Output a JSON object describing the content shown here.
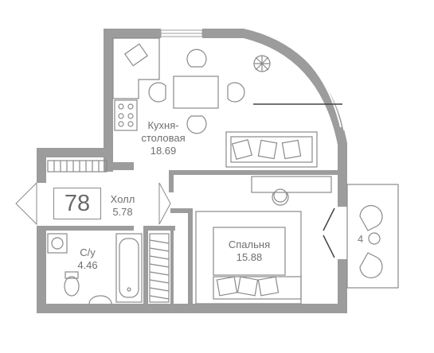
{
  "apartment": {
    "number": "78"
  },
  "rooms": {
    "kitchen": {
      "name_line1": "Кухня-",
      "name_line2": "столовая",
      "area": "18.69"
    },
    "hall": {
      "name": "Холл",
      "area": "5.78"
    },
    "bathroom": {
      "name": "С/у",
      "area": "4.46"
    },
    "bedroom": {
      "name": "Спальня",
      "area": "15.88"
    },
    "balcony": {
      "number": "4"
    }
  },
  "colors": {
    "wall": "#9c9c9c",
    "furniture_line": "#8a8a8a",
    "text": "#6f6f6f"
  },
  "icons": [
    "plant-icon",
    "stove-icon",
    "sink-icon",
    "toilet-icon",
    "bathtub-icon",
    "washing-machine-icon"
  ]
}
